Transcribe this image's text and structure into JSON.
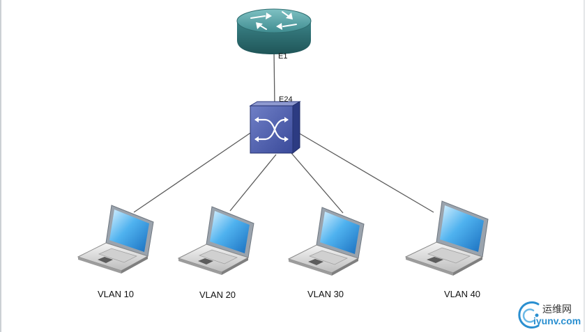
{
  "diagram": {
    "router": {
      "icon": "router-icon",
      "port_label": "E1"
    },
    "switch": {
      "icon": "switch-icon",
      "port_label": "E24"
    },
    "hosts": [
      {
        "label": "VLAN 10",
        "icon": "laptop-icon"
      },
      {
        "label": "VLAN 20",
        "icon": "laptop-icon"
      },
      {
        "label": "VLAN 30",
        "icon": "laptop-icon"
      },
      {
        "label": "VLAN 40",
        "icon": "laptop-icon"
      }
    ],
    "links": [
      {
        "from": "router",
        "to": "switch"
      },
      {
        "from": "switch",
        "to": "VLAN 10"
      },
      {
        "from": "switch",
        "to": "VLAN 20"
      },
      {
        "from": "switch",
        "to": "VLAN 30"
      },
      {
        "from": "switch",
        "to": "VLAN 40"
      }
    ]
  },
  "watermark": {
    "line1": "运维网",
    "line2": "iyunv.com"
  },
  "colors": {
    "router": "#3d8b8f",
    "switch": "#3a4f9e",
    "screen": "#2f8ed6",
    "link": "#555555"
  }
}
